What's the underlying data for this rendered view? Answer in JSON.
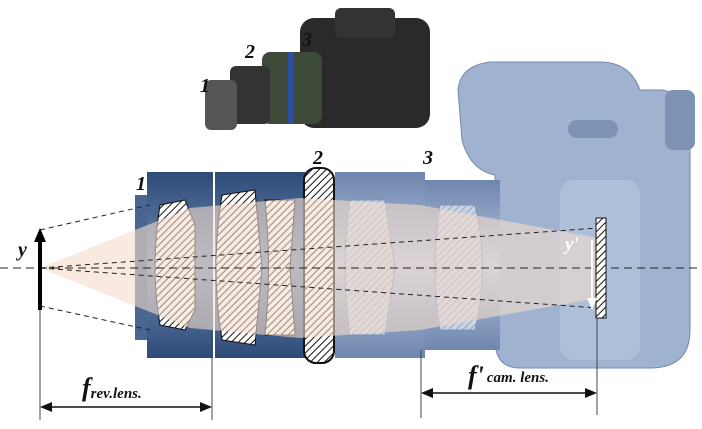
{
  "photo_labels": {
    "lens1": "1",
    "lens2": "2",
    "lens3": "3"
  },
  "diagram_labels": {
    "lens1": "1",
    "lens2": "2",
    "lens3": "3"
  },
  "object_label": "y",
  "image_label": "y'",
  "focal_rev": {
    "symbol": "f",
    "subscript": "rev.lens."
  },
  "focal_cam": {
    "symbol": "f'",
    "subscript": "cam. lens."
  },
  "colors": {
    "barrel_dark": "#3b5a8a",
    "barrel_light": "#8ea5c6",
    "camera_body": "#9fb3d1",
    "beam": "#f3dccb"
  }
}
